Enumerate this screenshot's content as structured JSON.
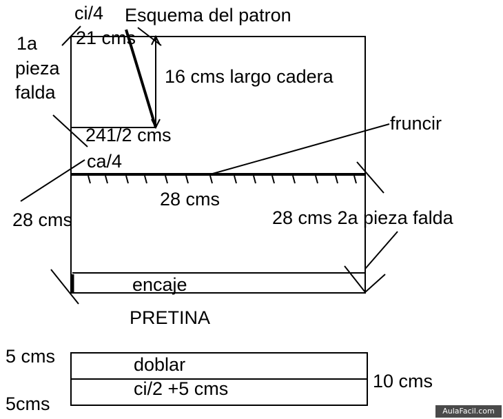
{
  "diagram": {
    "title": "Esquema del patron",
    "labels": {
      "ci4": "ci/4",
      "cms21": "21 cms",
      "pieza1_line1": "1a",
      "pieza1_line2": "pieza",
      "pieza1_line3": "falda",
      "largo_cadera": "16 cms largo cadera",
      "cms241_2": "241/2 cms",
      "fruncir": "fruncir",
      "ca4": "ca/4",
      "cms28_center": "28 cms",
      "cms28_left": "28 cms",
      "pieza2": "28 cms 2a pieza falda",
      "encaje": "encaje",
      "pretina": "PRETINA",
      "cms5_top": "5 cms",
      "doblar": "doblar",
      "ci2_5": "ci/2 +5 cms",
      "cms10": "10 cms",
      "cms5_bottom": "5cms"
    },
    "watermark": "AulaFacil.com"
  },
  "colors": {
    "ink": "#000000",
    "background": "#ffffff",
    "watermark_bg": "#4a4a4a"
  }
}
